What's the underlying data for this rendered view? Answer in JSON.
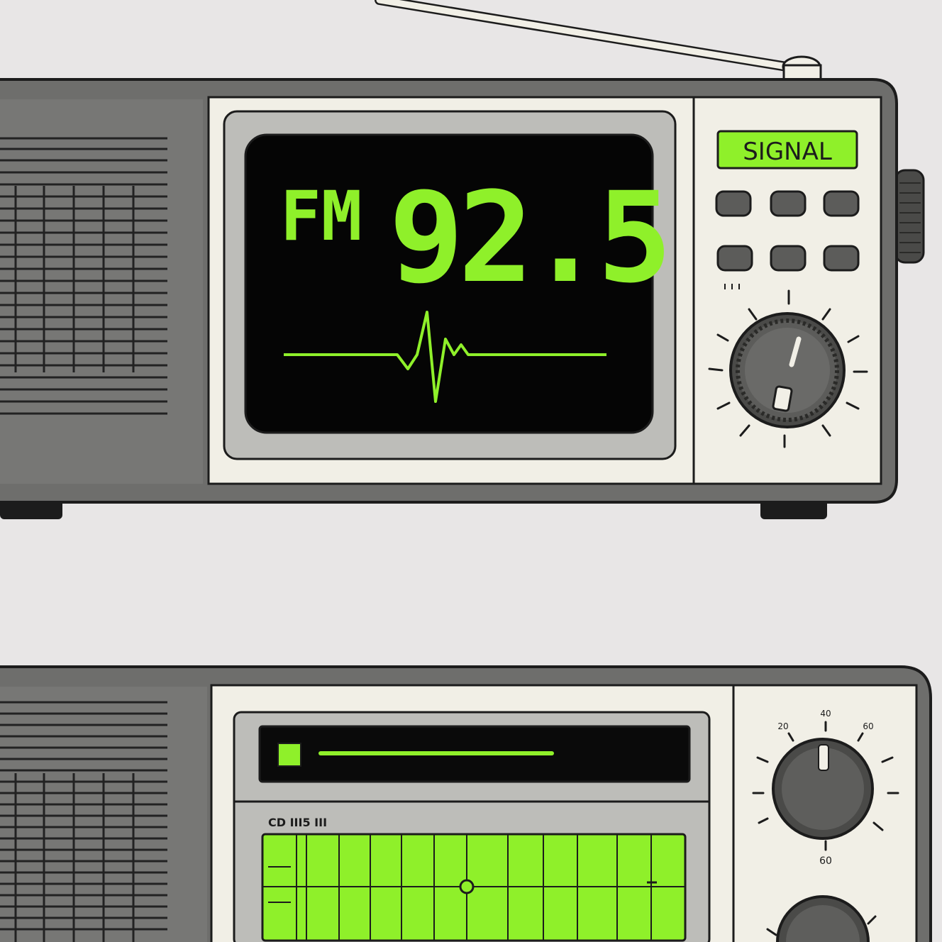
{
  "colors": {
    "background": "#e8e6e6",
    "casing": "#6e6e6c",
    "panel": "#f1efe6",
    "bezel": "#bdbdb9",
    "screen": "#050505",
    "accent": "#8ff02a",
    "outline": "#1c1c1c",
    "button": "#5c5c5a",
    "knob": "#4a4a48"
  },
  "top_radio": {
    "band": "FM",
    "frequency": "92.5",
    "signal_label": "SIGNAL",
    "icons": {
      "antenna": "antenna-icon",
      "waveform": "pulse-waveform-icon",
      "knob": "tuning-knob-icon"
    }
  },
  "bottom_radio": {
    "scale_labels": [
      "20",
      "40",
      "60",
      "60"
    ],
    "status_text": "CD III5 III"
  }
}
